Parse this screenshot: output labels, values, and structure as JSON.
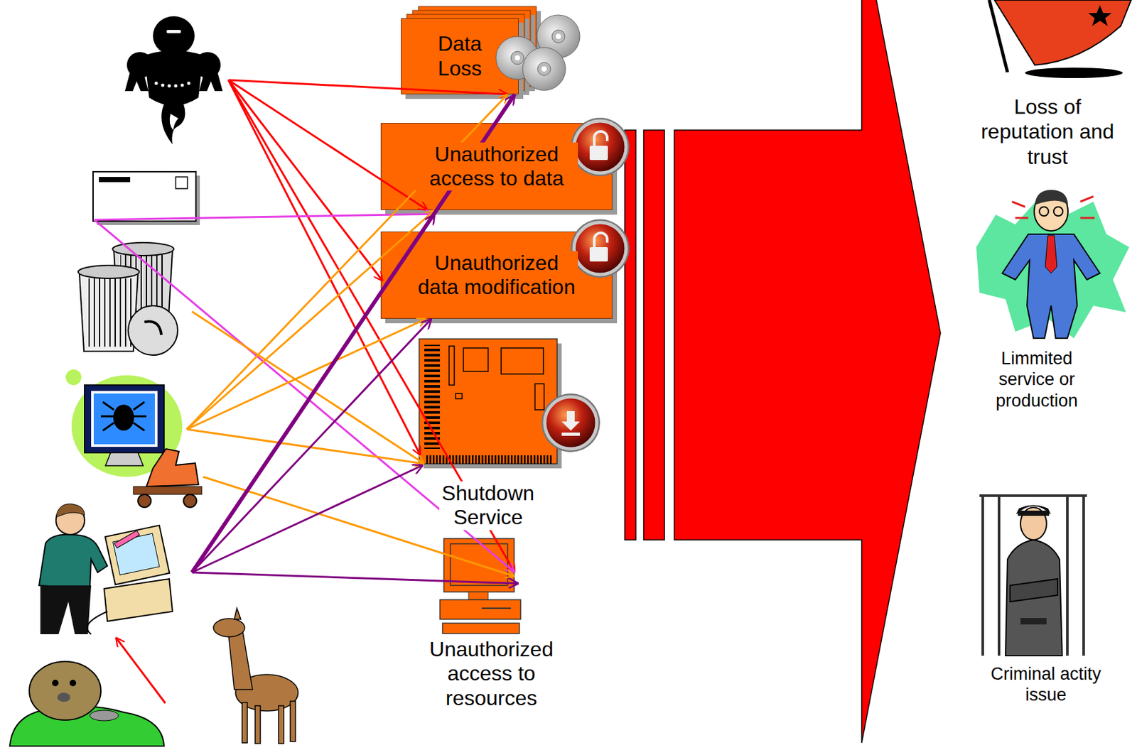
{
  "diagram": {
    "nodes": [
      {
        "text": [
          "Data Loss"
        ]
      },
      {
        "text": [
          "Unauthorized access to data"
        ]
      },
      {
        "text": [
          "Unauthorized data modification"
        ]
      },
      {
        "text": [
          "Shutdown Service"
        ]
      },
      {
        "text": [
          "Unauthorized access to resources"
        ]
      }
    ],
    "labels": [
      "Loss of reputation and trust",
      "Limmited service or production",
      "Criminal actity issue"
    ]
  }
}
